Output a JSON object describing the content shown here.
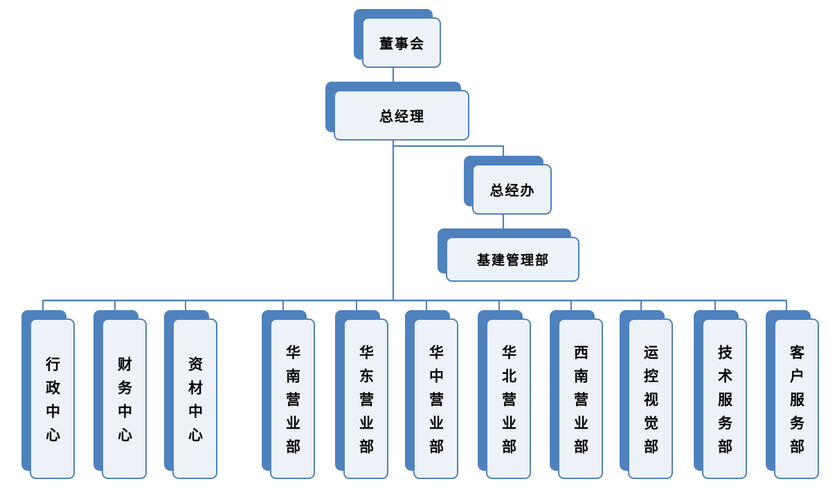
{
  "diagram": {
    "type": "org-chart",
    "colors": {
      "shadow_blue": "#4f81bd",
      "box_border": "#4f81bd",
      "box_fill": "#edf2f9",
      "connector": "#4f81bd",
      "text": "#000000"
    },
    "nodes": [
      {
        "id": "board",
        "label": "董事会",
        "level": 1,
        "parent": null
      },
      {
        "id": "gm",
        "label": "总经理",
        "level": 2,
        "parent": "board"
      },
      {
        "id": "gm-office",
        "label": "总经办",
        "level": 3,
        "parent": "gm"
      },
      {
        "id": "infra-mgmt",
        "label": "基建管理部",
        "level": 4,
        "parent": "gm-office"
      },
      {
        "id": "admin-center",
        "label": "行政中心",
        "level": 3,
        "parent": "gm"
      },
      {
        "id": "finance-center",
        "label": "财务中心",
        "level": 3,
        "parent": "gm"
      },
      {
        "id": "materials-center",
        "label": "资材中心",
        "level": 3,
        "parent": "gm"
      },
      {
        "id": "south-china-sales",
        "label": "华南营业部",
        "level": 3,
        "parent": "gm"
      },
      {
        "id": "east-china-sales",
        "label": "华东营业部",
        "level": 3,
        "parent": "gm"
      },
      {
        "id": "central-china-sales",
        "label": "华中营业部",
        "level": 3,
        "parent": "gm"
      },
      {
        "id": "north-china-sales",
        "label": "华北营业部",
        "level": 3,
        "parent": "gm"
      },
      {
        "id": "southwest-sales",
        "label": "西南营业部",
        "level": 3,
        "parent": "gm"
      },
      {
        "id": "ops-control-vision",
        "label": "运控视觉部",
        "level": 3,
        "parent": "gm"
      },
      {
        "id": "tech-service",
        "label": "技术服务部",
        "level": 3,
        "parent": "gm"
      },
      {
        "id": "customer-service",
        "label": "客户服务部",
        "level": 3,
        "parent": "gm"
      }
    ]
  }
}
